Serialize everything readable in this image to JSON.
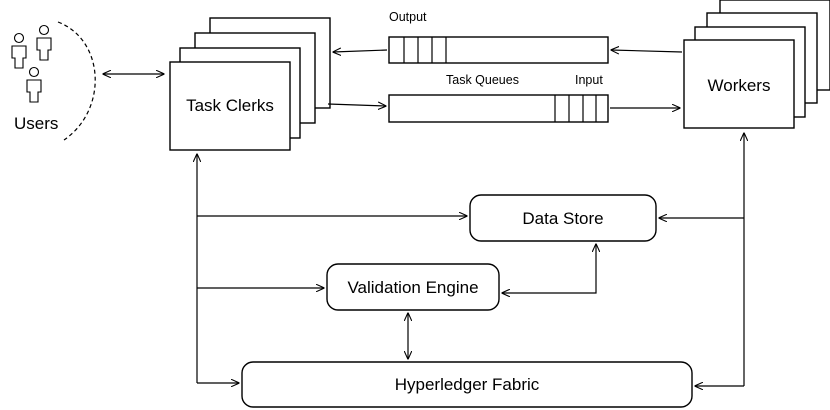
{
  "labels": {
    "users": "Users",
    "task_clerks": "Task Clerks",
    "workers": "Workers",
    "output": "Output",
    "task_queues": "Task Queues",
    "input": "Input",
    "data_store": "Data Store",
    "validation_engine": "Validation Engine",
    "hyperledger_fabric": "Hyperledger Fabric"
  },
  "icons": {
    "users": "person-group-icon"
  }
}
